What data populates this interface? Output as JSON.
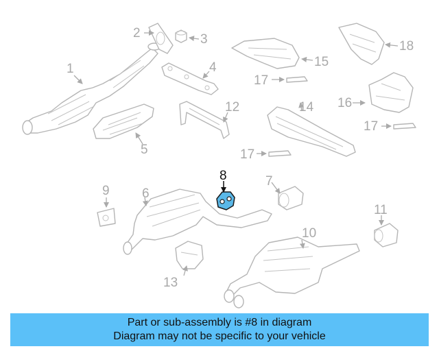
{
  "callouts": {
    "c1": "1",
    "c2": "2",
    "c3": "3",
    "c4": "4",
    "c5": "5",
    "c6": "6",
    "c7": "7",
    "c8": "8",
    "c9": "9",
    "c10": "10",
    "c11": "11",
    "c12": "12",
    "c13": "13",
    "c14": "14",
    "c15": "15",
    "c16": "16",
    "c17a": "17",
    "c17b": "17",
    "c17c": "17",
    "c18": "18"
  },
  "highlight": {
    "part": "8",
    "color": "#5ab8e8"
  },
  "banner": {
    "line1": "Part or sub-assembly is #8 in diagram",
    "line2": "Diagram may not be specific to your vehicle",
    "background": "#5bc0f8"
  }
}
